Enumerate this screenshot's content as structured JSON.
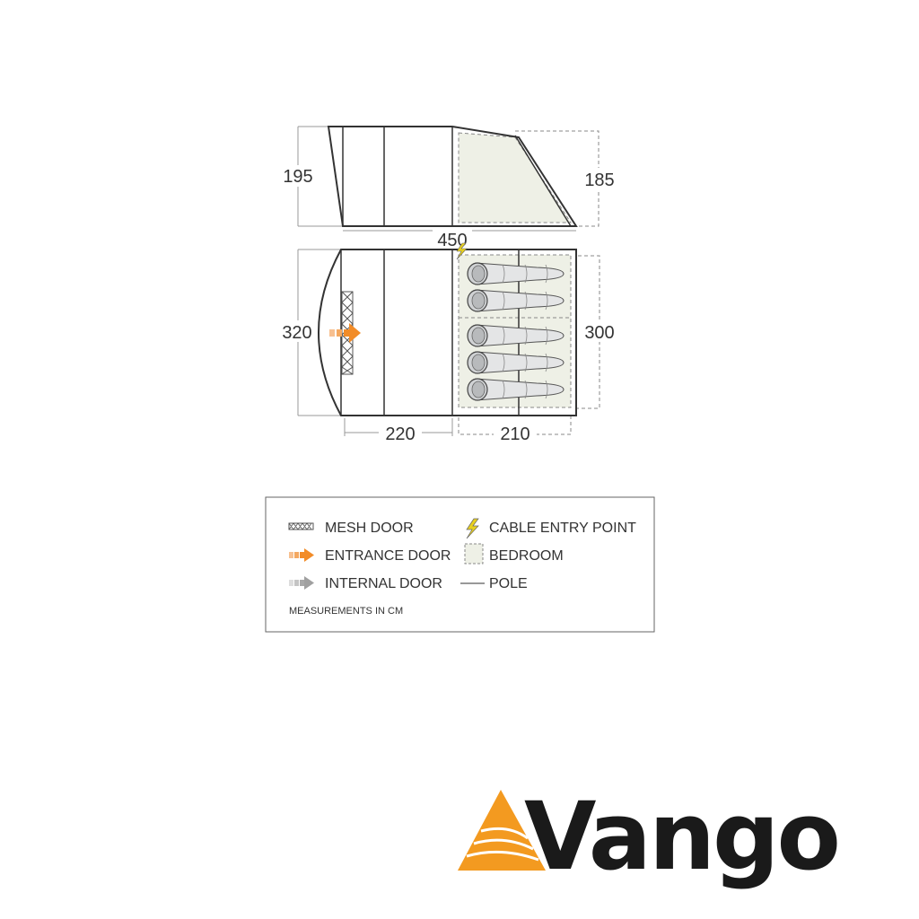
{
  "floorplan": {
    "side_view": {
      "height_left": "195",
      "height_right": "185",
      "length": "450"
    },
    "top_view": {
      "width_left": "320",
      "width_right": "300",
      "living_length": "220",
      "bedroom_length": "210"
    },
    "sleeping_bags": 5
  },
  "legend": {
    "items": [
      {
        "icon": "mesh-door-icon",
        "label": "MESH DOOR"
      },
      {
        "icon": "entrance-door-arrow-icon",
        "label": "ENTRANCE DOOR"
      },
      {
        "icon": "internal-door-arrow-icon",
        "label": "INTERNAL DOOR"
      },
      {
        "icon": "cable-entry-lightning-icon",
        "label": "CABLE ENTRY POINT"
      },
      {
        "icon": "bedroom-dashed-box-icon",
        "label": "BEDROOM"
      },
      {
        "icon": "pole-line-icon",
        "label": "POLE"
      }
    ],
    "note": "MEASUREMENTS IN CM"
  },
  "brand": {
    "name": "Vango"
  },
  "colors": {
    "line": "#333333",
    "tent_fill": "#ffffff",
    "bedroom_fill": "#eef0e6",
    "dashed": "#888888",
    "orange": "#f28c28",
    "bolt": "#e8d020",
    "bag_fill": "#d0d2d4"
  }
}
